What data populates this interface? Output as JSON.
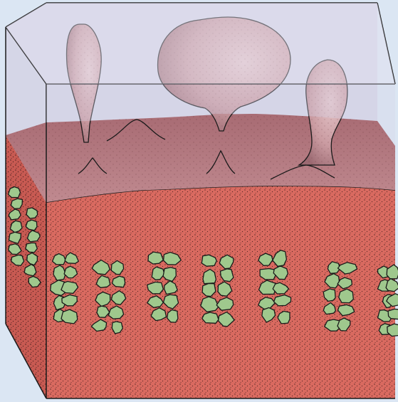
{
  "diagram": {
    "palette": {
      "page_background": "#dbe6f3",
      "glass_box": "#cfc8dc",
      "glass_edge": "#1a1a1a",
      "upper_surface": "#b97f86",
      "upper_surface_dark": "#a86b73",
      "lower_body": "#d96a60",
      "lower_body_dark": "#c85a52",
      "stipple": "#3a1a1a",
      "cell_clusters": "#9fc88d",
      "cell_outline": "#1a1a1a",
      "bulb_structures": "#c99aa0"
    },
    "bulb_structures": [
      {
        "name": "left-tall-stalk"
      },
      {
        "name": "center-large-cap"
      },
      {
        "name": "right-medium-cap"
      }
    ],
    "surface_peaks": 4,
    "cell_cluster_columns": 8
  }
}
